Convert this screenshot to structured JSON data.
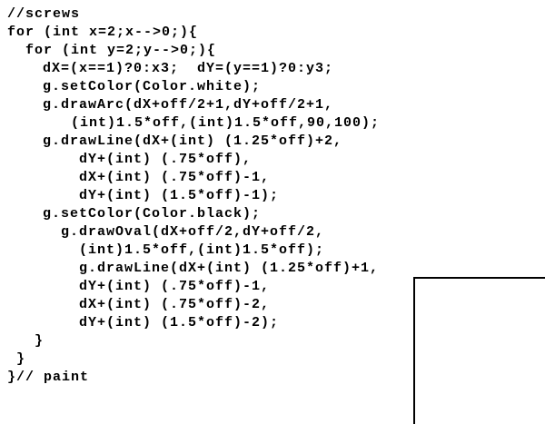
{
  "code_lines": [
    "//screws",
    "for (int x=2;x-->0;){",
    "for (int y=2;y-->0;){",
    "dX=(x==1)?0:x3;  dY=(y==1)?0:y3;",
    "g.setColor(Color.white);",
    "g.drawArc(dX+off/2+1,dY+off/2+1,",
    "(int)1.5*off,(int)1.5*off,90,100);",
    "g.drawLine(dX+(int) (1.25*off)+2,",
    "dY+(int) (.75*off),",
    "dX+(int) (.75*off)-1,",
    "dY+(int) (1.5*off)-1);",
    "g.setColor(Color.black);",
    "g.drawOval(dX+off/2,dY+off/2,",
    "(int)1.5*off,(int)1.5*off);",
    "g.drawLine(dX+(int) (1.25*off)+1,",
    "dY+(int) (.75*off)-1,",
    "dX+(int) (.75*off)-2,",
    "dY+(int) (1.5*off)-2);",
    "}",
    "}",
    "}// paint"
  ]
}
